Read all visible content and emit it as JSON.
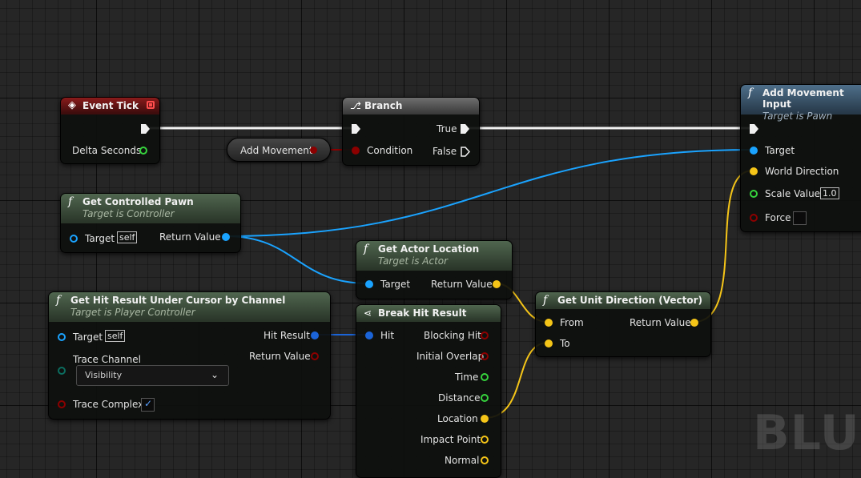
{
  "colors": {
    "exec": "#f0f0f0",
    "object": "#1aa3ff",
    "vector": "#f5c518",
    "float": "#36d33d",
    "bool": "#8c0000",
    "struct": "#1b64d8",
    "byte": "#0b6d5f"
  },
  "nodes": {
    "event_tick": {
      "title": "Event Tick",
      "icon": "event-diamond-icon",
      "delta_seconds": "Delta Seconds"
    },
    "branch": {
      "title": "Branch",
      "icon": "branch-icon",
      "condition": "Condition",
      "true_label": "True",
      "false_label": "False"
    },
    "add_movement_var": {
      "label": "Add Movement"
    },
    "add_movement_input": {
      "title": "Add Movement Input",
      "subtitle": "Target is Pawn",
      "target": "Target",
      "world_direction": "World Direction",
      "scale_value": "Scale Value",
      "scale_value_literal": "1.0",
      "force": "Force"
    },
    "get_controlled_pawn": {
      "title": "Get Controlled Pawn",
      "subtitle": "Target is Controller",
      "target": "Target",
      "target_literal": "self",
      "return_value": "Return Value"
    },
    "get_actor_location": {
      "title": "Get Actor Location",
      "subtitle": "Target is Actor",
      "target": "Target",
      "return_value": "Return Value"
    },
    "get_hit_result": {
      "title": "Get Hit Result Under Cursor by Channel",
      "subtitle": "Target is Player Controller",
      "target": "Target",
      "target_literal": "self",
      "hit_result": "Hit Result",
      "return_value": "Return Value",
      "trace_channel": "Trace Channel",
      "trace_channel_value": "Visibility",
      "trace_complex": "Trace Complex",
      "trace_complex_checked": true
    },
    "break_hit_result": {
      "title": "Break Hit Result",
      "hit": "Hit",
      "blocking_hit": "Blocking Hit",
      "initial_overlap": "Initial Overlap",
      "time": "Time",
      "distance": "Distance",
      "location": "Location",
      "impact_point": "Impact Point",
      "normal": "Normal"
    },
    "get_unit_direction": {
      "title": "Get Unit Direction (Vector)",
      "from": "From",
      "to": "To",
      "return_value": "Return Value"
    }
  },
  "watermark": "BLUE"
}
